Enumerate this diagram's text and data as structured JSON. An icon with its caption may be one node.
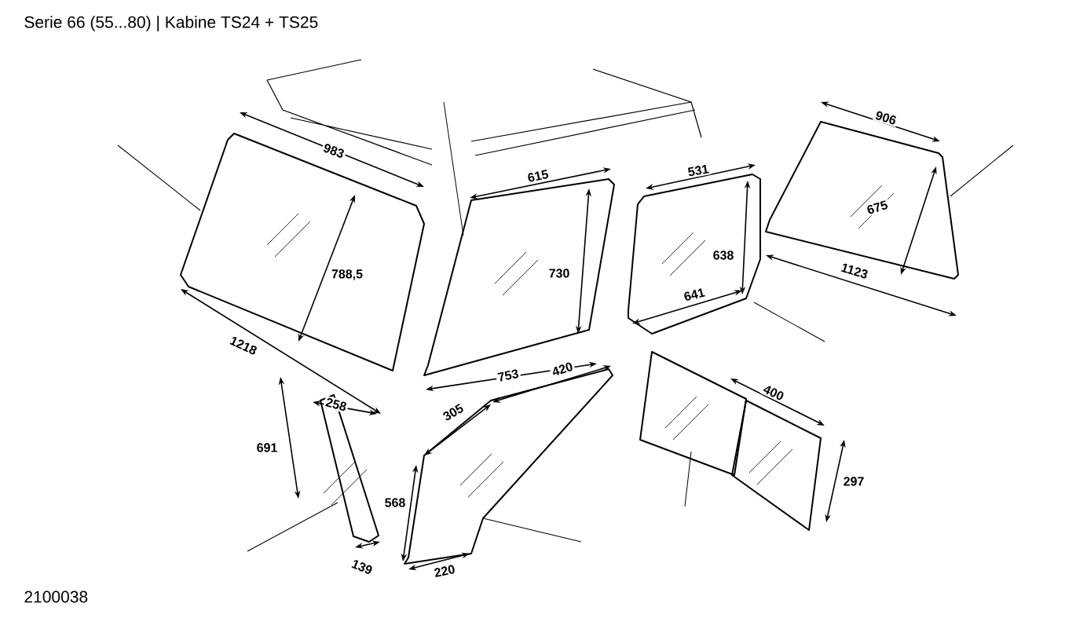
{
  "diagram": {
    "title": "Serie 66 (55...80)  |  Kabine TS24 + TS25",
    "caption": "2100038",
    "labels": [
      "983",
      "615",
      "531",
      "906",
      "675",
      "730",
      "638",
      "788,5",
      "641",
      "1123",
      "1218",
      "753",
      "420",
      "258",
      "305",
      "400",
      "691",
      "568",
      "297",
      "139",
      "220"
    ]
  }
}
